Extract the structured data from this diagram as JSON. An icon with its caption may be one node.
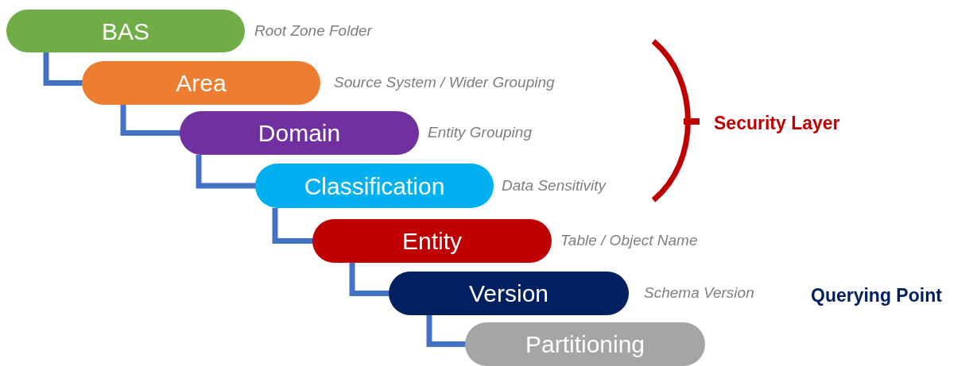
{
  "diagram": {
    "nodes": [
      {
        "text": [
          "BAS"
        ],
        "beside": [
          "Root Zone Folder"
        ]
      },
      {
        "text": [
          "Area"
        ],
        "beside": [
          "Source System / Wider Grouping"
        ]
      },
      {
        "text": [
          "Domain"
        ],
        "beside": [
          "Entity Grouping"
        ]
      },
      {
        "text": [
          "Classification"
        ],
        "beside": [
          "Data Sensitivity"
        ]
      },
      {
        "text": [
          "Entity"
        ],
        "beside": [
          "Table / Object Name"
        ]
      },
      {
        "text": [
          "Version"
        ],
        "beside": [
          "Schema Version"
        ]
      },
      {
        "text": [
          "Partitioning"
        ]
      }
    ],
    "edges": [
      {
        "from": 0,
        "to": 1,
        "arrow": "none"
      },
      {
        "from": 1,
        "to": 2,
        "arrow": "none"
      },
      {
        "from": 2,
        "to": 3,
        "arrow": "none"
      },
      {
        "from": 3,
        "to": 4,
        "arrow": "none"
      },
      {
        "from": 4,
        "to": 5,
        "arrow": "none"
      },
      {
        "from": 5,
        "to": 6,
        "arrow": "none"
      }
    ],
    "labels": [
      "Security Layer",
      "Querying Point"
    ]
  }
}
